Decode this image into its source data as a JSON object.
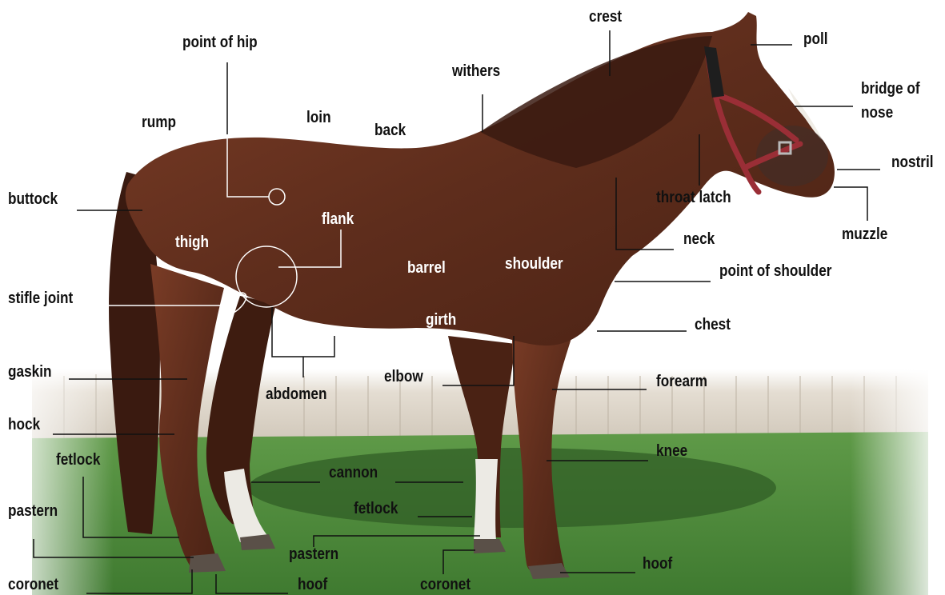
{
  "colors": {
    "coat": "#5a2c1c",
    "coat_highlight": "#8a4a32",
    "grass": "#4e8a3c",
    "fence": "#d9d2c7",
    "socks": "#eeeeea",
    "halter": "#9a2e36",
    "dark_label": "#111111",
    "light_label": "#ffffff"
  },
  "labels": {
    "crest": "crest",
    "poll": "poll",
    "point_of_hip": "point of hip",
    "withers": "withers",
    "bridge_of_nose_1": "bridge of",
    "bridge_of_nose_2": "nose",
    "rump": "rump",
    "loin": "loin",
    "back": "back",
    "nostril": "nostril",
    "buttock": "buttock",
    "throat_latch": "throat latch",
    "flank": "flank",
    "muzzle": "muzzle",
    "thigh": "thigh",
    "neck": "neck",
    "barrel": "barrel",
    "shoulder": "shoulder",
    "point_of_shoulder": "point of shoulder",
    "stifle_joint": "stifle joint",
    "girth": "girth",
    "chest": "chest",
    "gaskin": "gaskin",
    "abdomen": "abdomen",
    "elbow": "elbow",
    "forearm": "forearm",
    "hock": "hock",
    "knee": "knee",
    "fetlock_hind": "fetlock",
    "cannon": "cannon",
    "pastern_hind": "pastern",
    "fetlock_fore": "fetlock",
    "pastern_fore": "pastern",
    "hoof_fore": "hoof",
    "coronet_hind": "coronet",
    "hoof_hind": "hoof",
    "coronet_fore": "coronet"
  }
}
